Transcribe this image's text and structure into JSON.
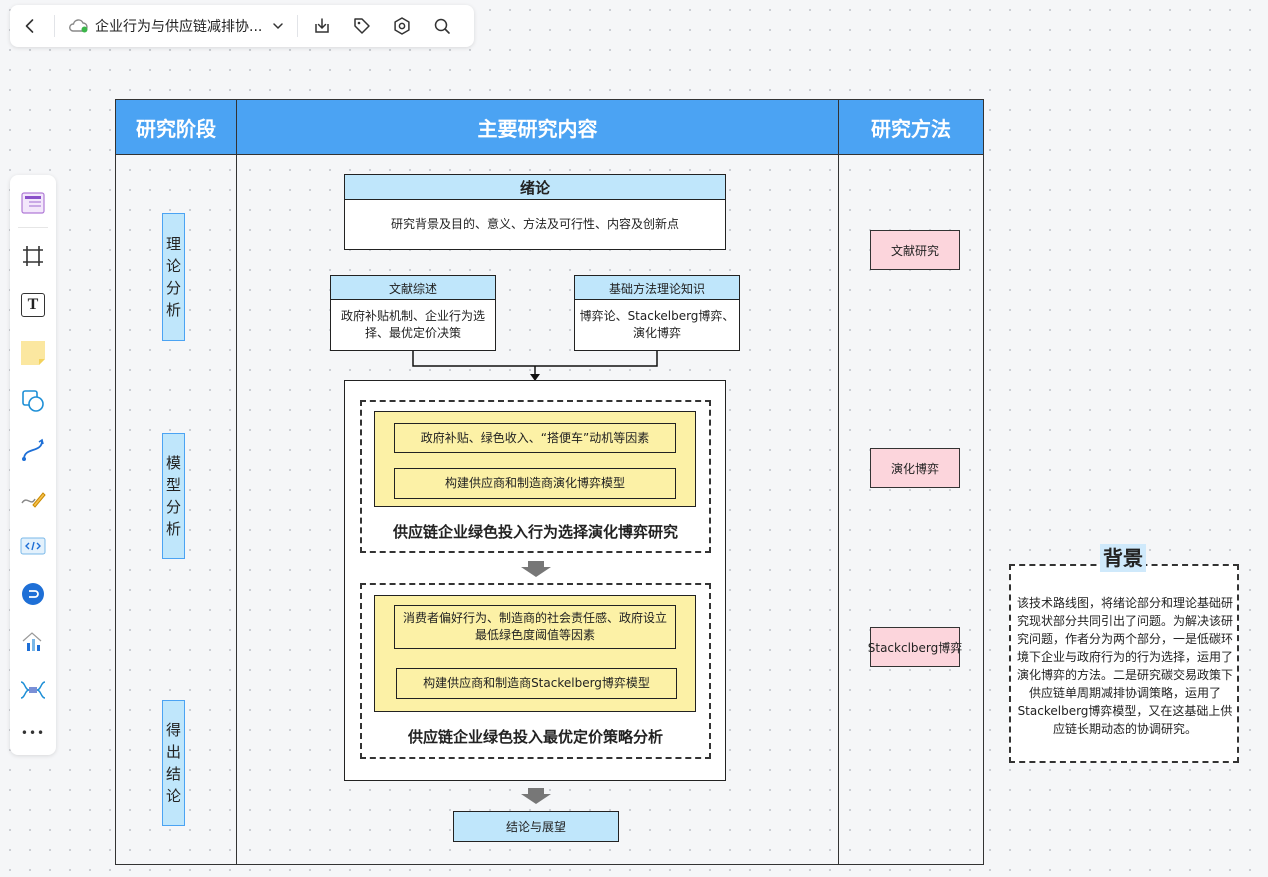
{
  "toolbar": {
    "doc_title": "企业行为与供应链减排协...",
    "icons": [
      "back-icon",
      "cloud-sync-icon",
      "chevron-down-icon",
      "download-icon",
      "tag-icon",
      "settings-icon",
      "search-icon"
    ]
  },
  "left_toolbar": {
    "icons": [
      "template-icon",
      "frame-icon",
      "text-icon",
      "sticky-note-icon",
      "shape-icon",
      "connector-icon",
      "pen-icon",
      "code-block-icon",
      "embed-icon",
      "chart-icon",
      "mindmap-icon",
      "more-icon"
    ],
    "text_tool_glyph": "T",
    "more_glyph": "•••"
  },
  "colors": {
    "header_blue": "#4ba3f3",
    "light_blue": "#bfe6fb",
    "pink": "#fcd5dc",
    "yellow": "#fcf1a6",
    "accent_green": "#3bb54a"
  },
  "diagram": {
    "headers": {
      "stage": "研究阶段",
      "content": "主要研究内容",
      "method": "研究方法"
    },
    "stages": [
      {
        "label": "理论分析"
      },
      {
        "label": "模型分析"
      },
      {
        "label": "得出结论"
      }
    ],
    "intro": {
      "title": "绪论",
      "body": "研究背景及目的、意义、方法及可行性、内容及创新点"
    },
    "lit_review": {
      "title": "文献综述",
      "body": "政府补贴机制、企业行为选择、最优定价决策"
    },
    "basic_theory": {
      "title": "基础方法理论知识",
      "body": "博弈论、Stackelberg博弈、演化博弈"
    },
    "study1": {
      "item1": "政府补贴、绿色收入、“搭便车”动机等因素",
      "item2": "构建供应商和制造商演化博弈模型",
      "title": "供应链企业绿色投入行为选择演化博弈研究"
    },
    "study2": {
      "item1": "消费者偏好行为、制造商的社会责任感、政府设立最低绿色度阈值等因素",
      "item2": "构建供应商和制造商Stackelberg博弈模型",
      "title": "供应链企业绿色投入最优定价策略分析"
    },
    "conclusion": "结论与展望",
    "methods": [
      "文献研究",
      "演化博弈",
      "Stackclberg博弈"
    ]
  },
  "background": {
    "title": "背景",
    "text": "该技术路线图，将绪论部分和理论基础研究现状部分共同引出了问题。为解决该研究问题，作者分为两个部分，一是低碳环境下企业与政府行为的行为选择，运用了演化博弈的方法。二是研究碳交易政策下供应链单周期减排协调策略，运用了Stackelberg博弈模型，又在这基础上供应链长期动态的协调研究。"
  }
}
